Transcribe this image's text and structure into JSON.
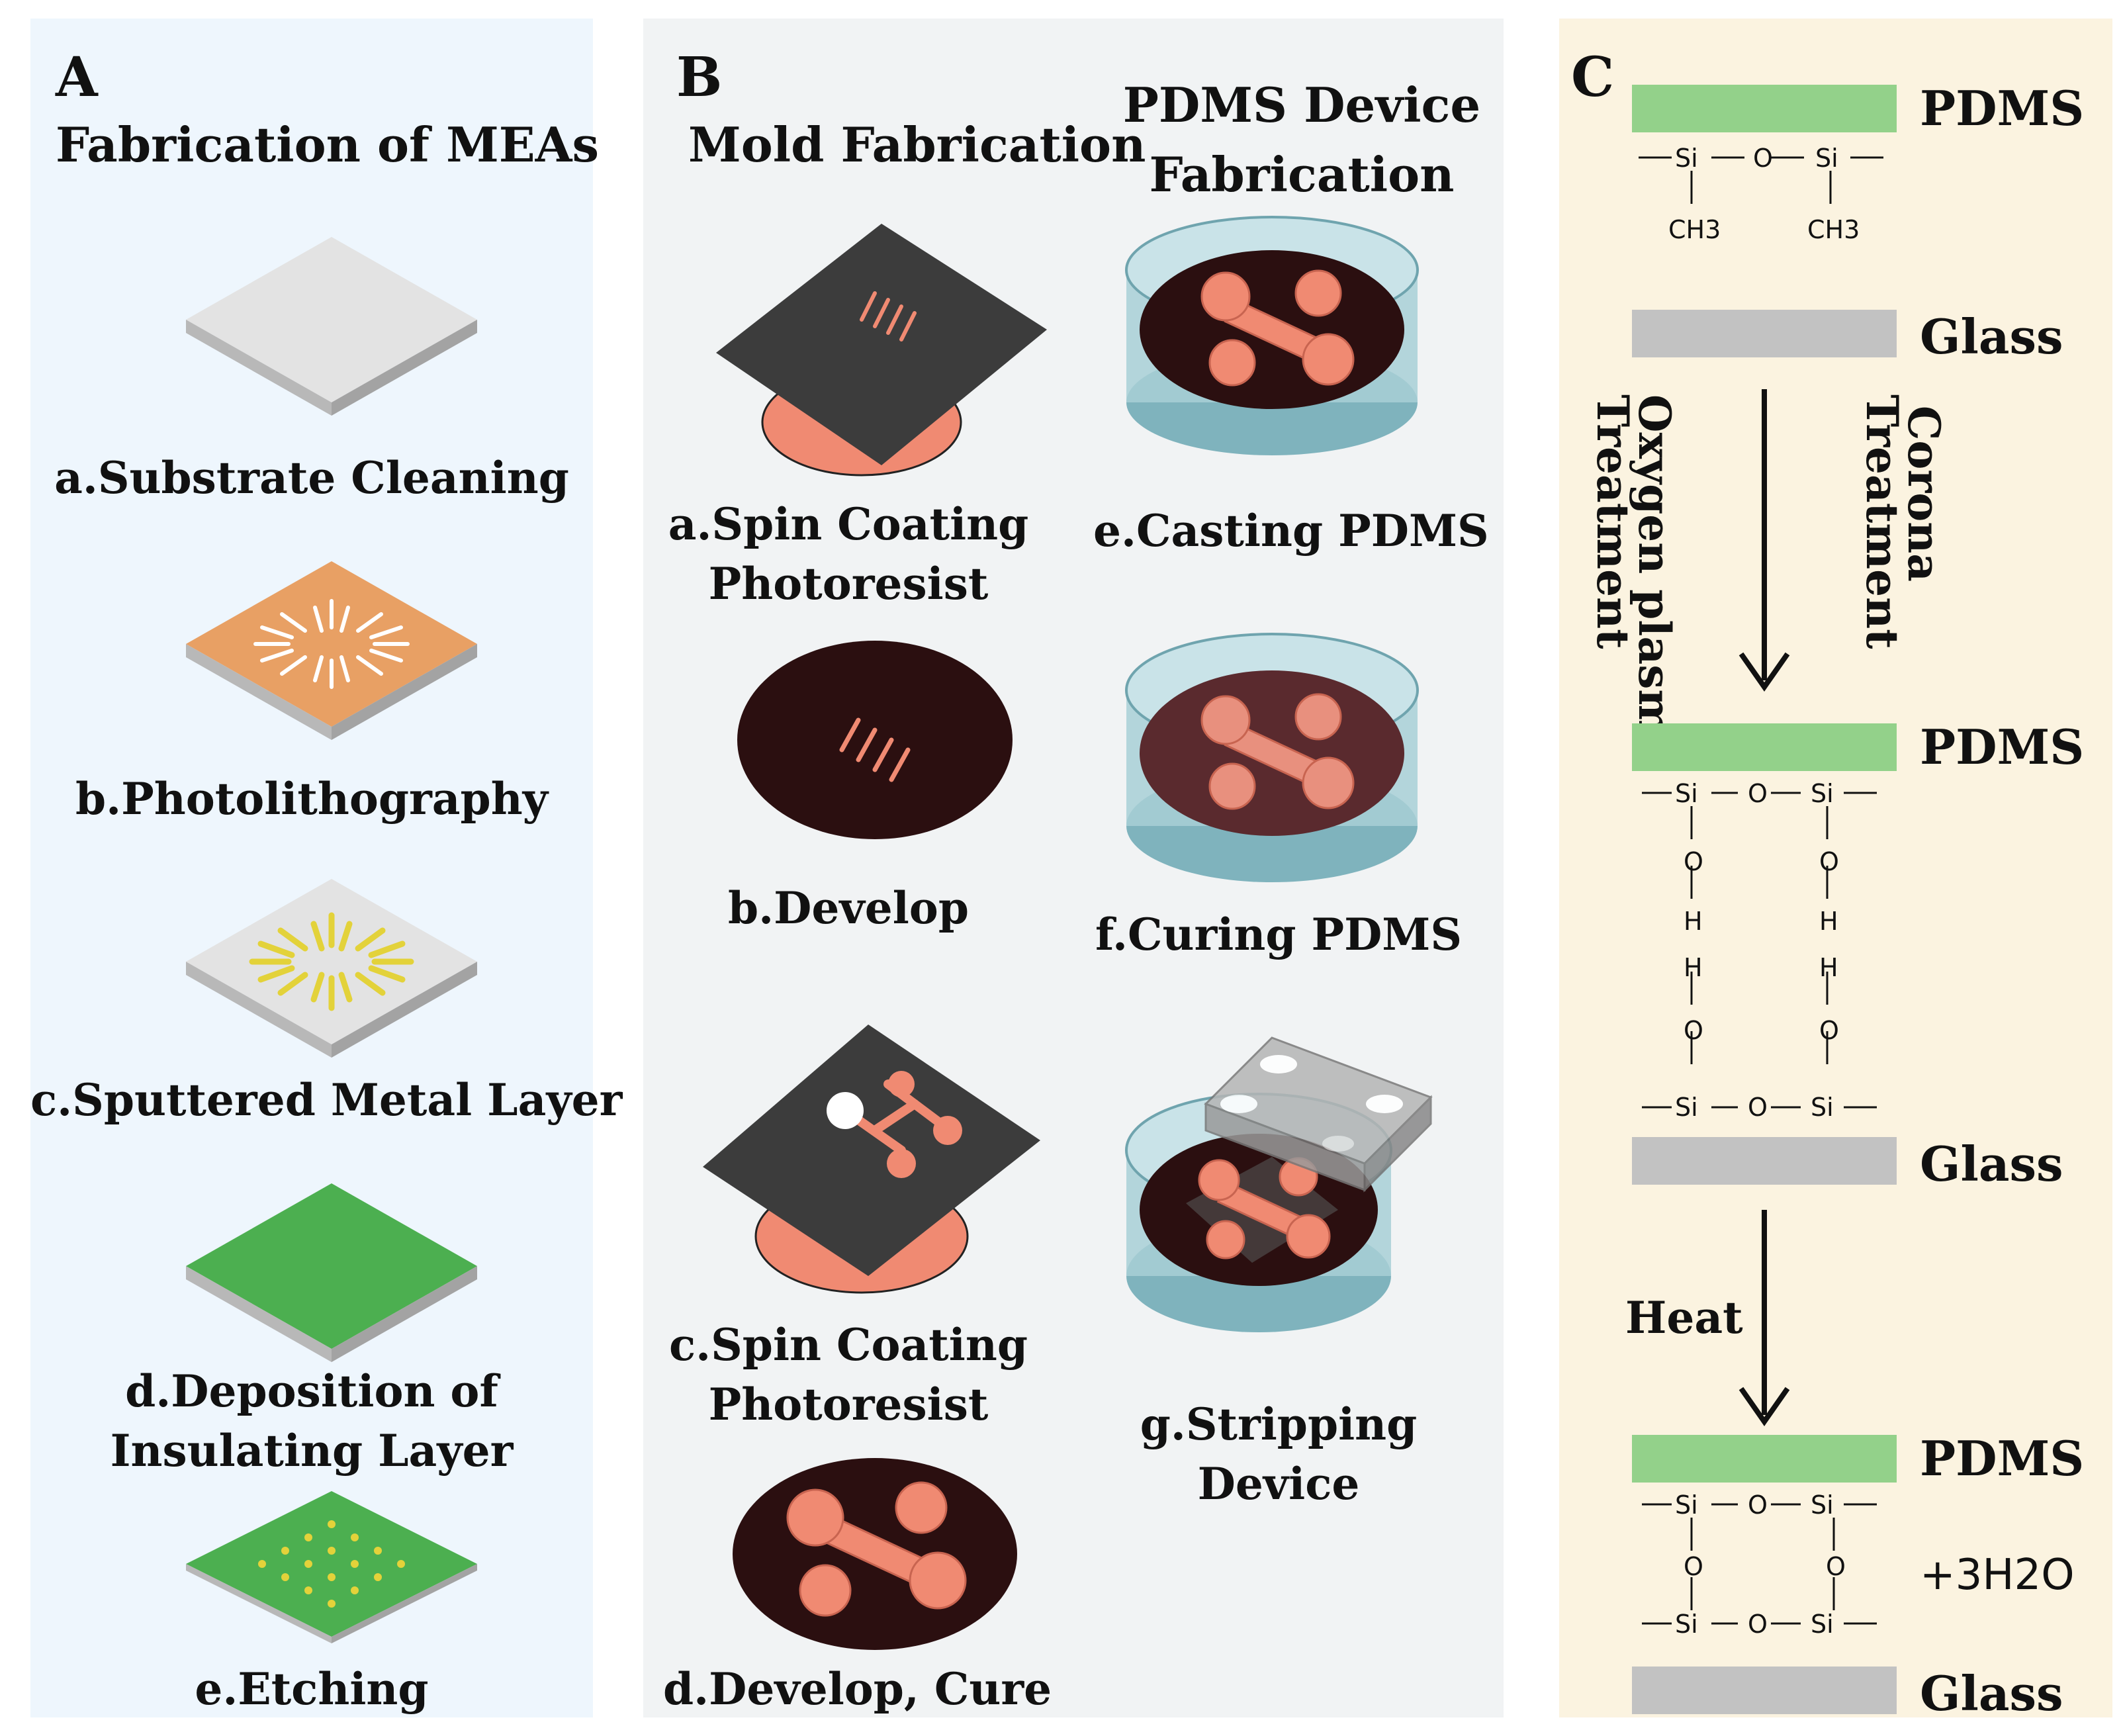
{
  "panel_a": {
    "letter": "A",
    "title": "Fabrication of MEAs",
    "steps": [
      {
        "caption": "a.Substrate Cleaning"
      },
      {
        "caption": "b.Photolithography"
      },
      {
        "caption": "c.Sputtered Metal Layer"
      },
      {
        "caption_line1": "d.Deposition of",
        "caption_line2": "Insulating Layer"
      },
      {
        "caption": "e.Etching"
      }
    ],
    "colors": {
      "substrate": "#d9d9d9",
      "photoresist": "#e8a064",
      "metal": "#e3d23a",
      "insulator": "#4caf50",
      "background": "#eef6fd"
    }
  },
  "panel_b": {
    "letter": "B",
    "mold_title": "Mold Fabrication",
    "device_title_line1": "PDMS Device",
    "device_title_line2": "Fabrication",
    "steps": {
      "a": {
        "line1": "a.Spin Coating",
        "line2": "Photoresist"
      },
      "b": {
        "line1": "b.Develop"
      },
      "c": {
        "line1": "c.Spin Coating",
        "line2": "Photoresist"
      },
      "d": {
        "line1": "d.Develop, Cure"
      },
      "e": {
        "line1": "e.Casting PDMS"
      },
      "f": {
        "line1": "f.Curing PDMS"
      },
      "g": {
        "line1": "g.Stripping",
        "line2": "Device"
      }
    },
    "colors": {
      "wafer": "#f08a72",
      "dark": "#2b0f10",
      "mask": "#3c3c3c",
      "dish": "#a8cfd6"
    }
  },
  "panel_c": {
    "letter": "C",
    "pdms": "PDMS",
    "glass": "Glass",
    "si": "Si",
    "o": "O",
    "h": "H",
    "ch3": "CH3",
    "oxygen_line1": "Oxygen plasma",
    "oxygen_line2": "Treatment",
    "corona_line1": "Corona",
    "corona_line2": "Treatment",
    "heat": "Heat",
    "water": "+3H2O",
    "colors": {
      "pdms": "#93d18a",
      "glass": "#c2c2c2",
      "background": "#fbf3e0"
    }
  }
}
